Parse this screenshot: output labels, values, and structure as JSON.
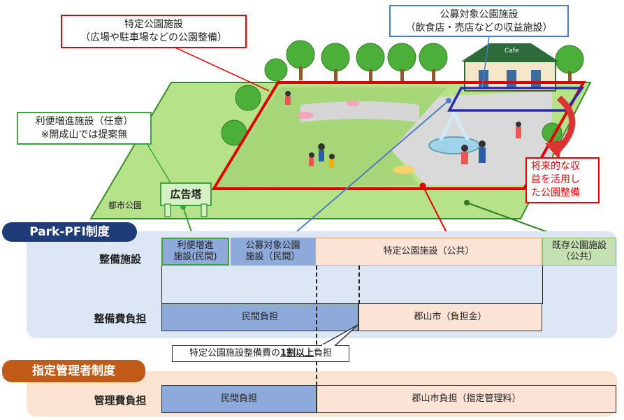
{
  "callouts": {
    "tokutei_title": "特定公園施設",
    "tokutei_sub": "（広場や駐車場などの公園整備）",
    "kobo_title": "公募対象公園施設",
    "kobo_sub": "（飲食店・売店などの収益施設）",
    "riben_title": "利便増進施設（任意）",
    "riben_sub": "※開成山では提案無",
    "future_lines": [
      "将来的な収",
      "益を活用し",
      "た公園整備"
    ]
  },
  "illustration": {
    "city_park_label": "都市公園",
    "ad_tower_label": "広告塔",
    "cafe_sign": "Cafe"
  },
  "sections": {
    "parkpfi": "Park-PFI制度",
    "shitei": "指定管理者制度"
  },
  "rows": {
    "seibi": "整備施設",
    "seibihi": "整備費負担",
    "kanrihi": "管理費負担"
  },
  "cells": {
    "riben_1": "利便増進",
    "riben_2": "施設(民間)",
    "kobo_1": "公募対象公園",
    "kobo_2": "施設（民間）",
    "tokutei": "特定公園施設（公共）",
    "kison_1": "既存公園施設",
    "kison_2": "（公共）",
    "minkan_futan": "民間負担",
    "koriyama_futankin": "郡山市（負担金）",
    "minkan_futan_2": "民間負担",
    "koriyama_shitei": "郡山市負担（指定管理料）"
  },
  "note": {
    "prefix": "特定公園施設整備費の",
    "emph": "1割以上",
    "suffix": "負担"
  },
  "colors": {
    "red": "#e30000",
    "blue_frame": "#4a7fc1",
    "green_frame": "#3fa23f",
    "navy_pill": "#1f3c78",
    "orange_pill": "#c05a17",
    "band_blue": "#dce6f4",
    "band_peach": "#fbe3d2",
    "cell_blue": "#8eaadb",
    "cell_peach": "#fbe4d5",
    "cell_green": "#c5e0b3"
  }
}
